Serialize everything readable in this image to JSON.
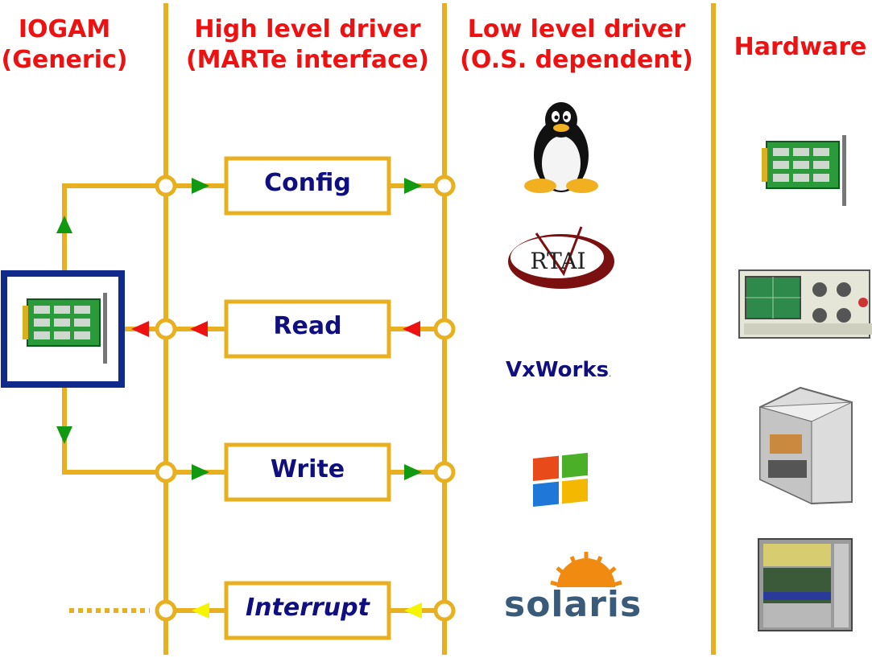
{
  "headers": {
    "iogam_line1": "IOGAM",
    "iogam_line2": "(Generic)",
    "high_line1": "High level driver",
    "high_line2": "(MARTe interface)",
    "low_line1": "Low level driver",
    "low_line2": "(O.S. dependent)",
    "hardware": "Hardware"
  },
  "boxes": {
    "config": "Config",
    "read": "Read",
    "write": "Write",
    "interrupt": "Interrupt"
  },
  "os_logos": {
    "linux": "linux-tux-icon",
    "rtai": "RTAI",
    "vxworks": "VxWorks",
    "vxworks_mark": ".",
    "windows": "windows-flag-icon",
    "solaris": "solaris"
  },
  "hardware_items": [
    "pci-card-icon",
    "oscilloscope-icon",
    "vme-crate-icon",
    "rack-chassis-icon"
  ],
  "colors": {
    "bus": "#e8b020",
    "header_text": "#ee1111",
    "box_text": "#0f0f80",
    "arrow_green": "#119911",
    "arrow_red": "#ee1111",
    "arrow_yellow": "#f5f500",
    "iogam_frame": "#0f2a8a"
  }
}
